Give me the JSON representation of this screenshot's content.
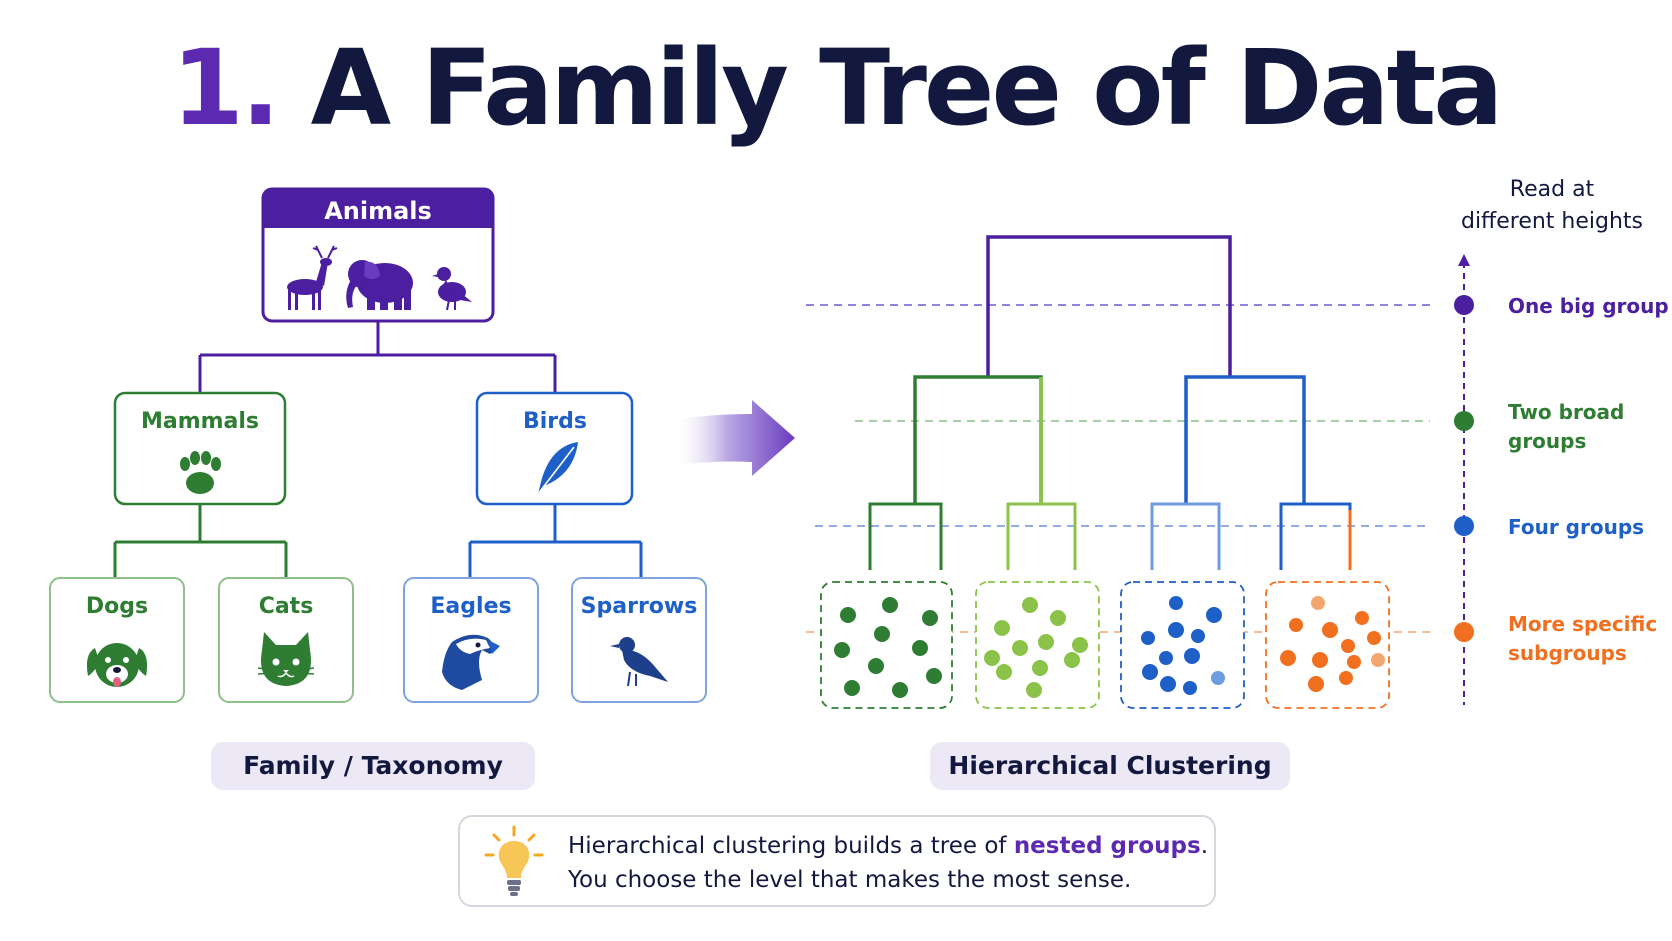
{
  "title": {
    "number": "1.",
    "text": "A Family Tree of Data"
  },
  "taxonomy": {
    "root": "Animals",
    "level2": [
      "Mammals",
      "Birds"
    ],
    "level3": [
      "Dogs",
      "Cats",
      "Eagles",
      "Sparrows"
    ],
    "caption": "Family / Taxonomy"
  },
  "clustering": {
    "caption": "Hierarchical Clustering",
    "axis_title_line1": "Read at",
    "axis_title_line2": "different heights",
    "levels": [
      {
        "lines": [
          "One big group"
        ],
        "color": "#4b1fa0"
      },
      {
        "lines": [
          "Two broad",
          "groups"
        ],
        "color": "#2e7d32"
      },
      {
        "lines": [
          "Four groups"
        ],
        "color": "#1e5fc8"
      },
      {
        "lines": [
          "More specific",
          "subgroups"
        ],
        "color": "#f07020"
      }
    ]
  },
  "note": {
    "line1_prefix": "Hierarchical clustering builds a tree of ",
    "line1_highlight": "nested groups",
    "line1_suffix": ".",
    "line2": "You choose the level that makes the most sense."
  },
  "colors": {
    "purple": "#4b1fa0",
    "dark_green": "#2e7d32",
    "light_green": "#8bc34a",
    "blue": "#1e5fc8",
    "orange": "#f07020",
    "navy": "#13183f"
  }
}
